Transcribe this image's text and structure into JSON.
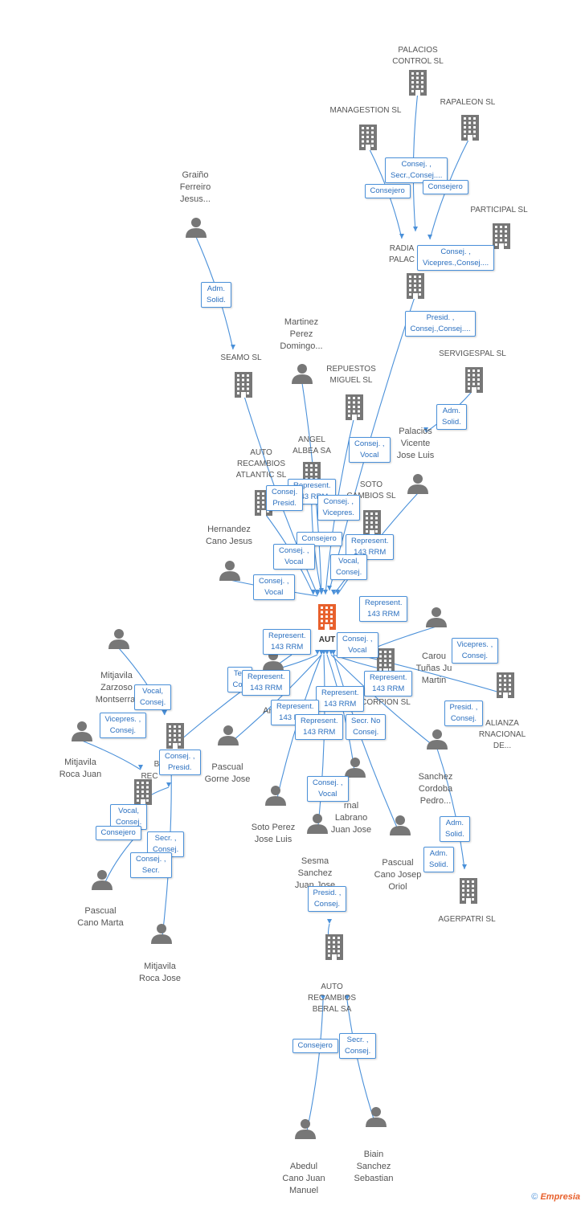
{
  "colors": {
    "edge": "#4a90d9",
    "node": "#777777",
    "focus": "#e8602c"
  },
  "focus_label": "AUT",
  "nodes": [
    {
      "id": "palacios_control",
      "type": "company",
      "label": "PALACIOS\nCONTROL SL"
    },
    {
      "id": "managestion",
      "type": "company",
      "label": "MANAGESTION SL"
    },
    {
      "id": "rapaleon",
      "type": "company",
      "label": "RAPALEON SL"
    },
    {
      "id": "participal",
      "type": "company",
      "label": "PARTICIPAL SL"
    },
    {
      "id": "radial",
      "type": "company",
      "label": "RADIA\nPALAC"
    },
    {
      "id": "grainio",
      "type": "person",
      "label": "Graiño\nFerreiro\nJesus..."
    },
    {
      "id": "seamo",
      "type": "company",
      "label": "SEAMO SL"
    },
    {
      "id": "martinez",
      "type": "person",
      "label": "Martinez\nPerez\nDomingo..."
    },
    {
      "id": "repuestos",
      "type": "company",
      "label": "REPUESTOS\nMIGUEL SL"
    },
    {
      "id": "servigespal",
      "type": "company",
      "label": "SERVIGESPAL SL"
    },
    {
      "id": "palacios_vicente",
      "type": "person",
      "label": "Palacios\nVicente\nJose Luis"
    },
    {
      "id": "auto_atlantic",
      "type": "company",
      "label": "AUTO\nRECAMBIOS\nATLANTIC SL"
    },
    {
      "id": "angel_albea",
      "type": "company",
      "label": "ANGEL\nALBEA SA"
    },
    {
      "id": "soto_cambios",
      "type": "company",
      "label": "SOTO\nCAMBIOS SL"
    },
    {
      "id": "hernandez",
      "type": "person",
      "label": "Hernandez\nCano Jesus"
    },
    {
      "id": "mitjavila_zarzoso",
      "type": "person",
      "label": "Mitjavila\nZarzoso\nMontserrat"
    },
    {
      "id": "carou",
      "type": "person",
      "label": "Carou\nTuñas Ju\nMartin"
    },
    {
      "id": "alianza",
      "type": "company",
      "label": "ALIANZA\nRNACIONAL\nDE..."
    },
    {
      "id": "scorpion",
      "type": "company",
      "label": "CORPION SL"
    },
    {
      "id": "angel_person",
      "type": "person",
      "label": "Ange"
    },
    {
      "id": "mitjavila_roca_juan",
      "type": "person",
      "label": "Mitjavila\nRoca Juan"
    },
    {
      "id": "pascual_gorne",
      "type": "person",
      "label": "Pascual\nGorne Jose"
    },
    {
      "id": "b_company",
      "type": "company",
      "label": "B"
    },
    {
      "id": "rec_company",
      "type": "company",
      "label": "REC"
    },
    {
      "id": "sanchez_cordoba",
      "type": "person",
      "label": "Sanchez\nCordoba\nPedro..."
    },
    {
      "id": "arnal",
      "type": "person",
      "label": "rnal\nLabrano\nJuan Jose"
    },
    {
      "id": "soto_perez",
      "type": "person",
      "label": "Soto Perez\nJose Luis"
    },
    {
      "id": "sesma",
      "type": "person",
      "label": "Sesma\nSanchez\nJuan Jose"
    },
    {
      "id": "pascual_oriol",
      "type": "person",
      "label": "Pascual\nCano Josep\nOriol"
    },
    {
      "id": "agerpatri",
      "type": "company",
      "label": "AGERPATRI SL"
    },
    {
      "id": "pascual_marta",
      "type": "person",
      "label": "Pascual\nCano Marta"
    },
    {
      "id": "mitjavila_roca_jose",
      "type": "person",
      "label": "Mitjavila\nRoca Jose"
    },
    {
      "id": "auto_beral",
      "type": "company",
      "label": "AUTO\nRECAMBIOS\nBERAL SA"
    },
    {
      "id": "abedul",
      "type": "person",
      "label": "Abedul\nCano Juan\nManuel"
    },
    {
      "id": "biain",
      "type": "person",
      "label": "Biain\nSanchez\nSebastian"
    }
  ],
  "edge_labels": [
    "Consej. ,\nSecr.,Consej....",
    "Consejero",
    "Consejero",
    "Consej. ,\nVicepres.,Consej....",
    "Adm.\nSolid.",
    "Presid. ,\nConsej.,Consej....",
    "Adm.\nSolid.",
    "Consej. ,\nVocal",
    "Represent.\n143 RRM",
    "Consej.\nPresid.",
    "Consej. ,\nVicepres.",
    "Consejero",
    "Consej. ,\nVocal",
    "Represent.\n143 RRM",
    "Vocal,\nConsej.",
    "Consej. ,\nVocal",
    "Represent.\n143 RRM",
    "Represent.\n143 RRM",
    "Consej. ,\nVocal",
    "Vicepres. ,\nConsej.",
    "Tes\nCon",
    "Represent.\n143 RRM",
    "Represent.\n143 RRM",
    "Presid. ,\nConsej.",
    "Vocal,\nConsej.",
    "Vicepres. ,\nConsej.",
    "Represent.\n143 RRM",
    "Represent.\n143 RRM",
    "Represent.\n143 RRM",
    "Secr. No\nConsej.",
    "Consej. ,\nPresid.",
    "Consej. ,\nVocal",
    "Vocal,\nConsej.",
    "Consejero",
    "Secr. ,\nConsej.",
    "Consej. ,\nSecr.",
    "Adm.\nSolid.",
    "Adm.\nSolid.",
    "Presid. ,\nConsej.",
    "Consejero",
    "Secr. ,\nConsej."
  ],
  "footer": {
    "copyright": "©",
    "brand": "Empresia"
  }
}
